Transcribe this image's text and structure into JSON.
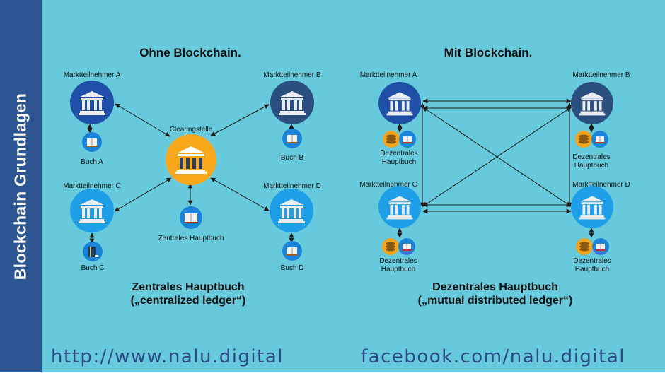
{
  "sidebar": {
    "title": "Blockchain Grundlagen"
  },
  "left": {
    "title": "Ohne Blockchain.",
    "participant_a": "Marktteilnehmer A",
    "participant_b": "Marktteilnehmer B",
    "participant_c": "Marktteilnehmer C",
    "participant_d": "Marktteilnehmer D",
    "clearing": "Clearingstelle",
    "book_a": "Buch A",
    "book_b": "Buch B",
    "book_c": "Buch C",
    "book_d": "Buch D",
    "central_ledger": "Zentrales Hauptbuch",
    "caption_line1": "Zentrales Hauptbuch",
    "caption_line2": "(„centralized ledger“)"
  },
  "right": {
    "title": "Mit Blockchain.",
    "participant_a": "Marktteilnehmer A",
    "participant_b": "Marktteilnehmer B",
    "participant_c": "Marktteilnehmer C",
    "participant_d": "Marktteilnehmer D",
    "ledger_word1": "Dezentrales",
    "ledger_word2": "Hauptbuch",
    "caption_line1": "Dezentrales Hauptbuch",
    "caption_line2": "(„mutual distributed ledger“)"
  },
  "footer": {
    "website": "http://www.nalu.digital",
    "facebook": "facebook.com/nalu.digital"
  },
  "colors": {
    "background": "#66c9dc",
    "sidebar": "#2c5592",
    "node_dark_blue": "#1f4fa6",
    "node_navy": "#2b4f7e",
    "node_light_blue": "#1f9fe8",
    "clearing_orange": "#f8a71b",
    "footer_text": "#2c4a86"
  },
  "icons": [
    "bank-icon",
    "book-icon",
    "coin-stack-icon",
    "double-arrow-icon"
  ]
}
